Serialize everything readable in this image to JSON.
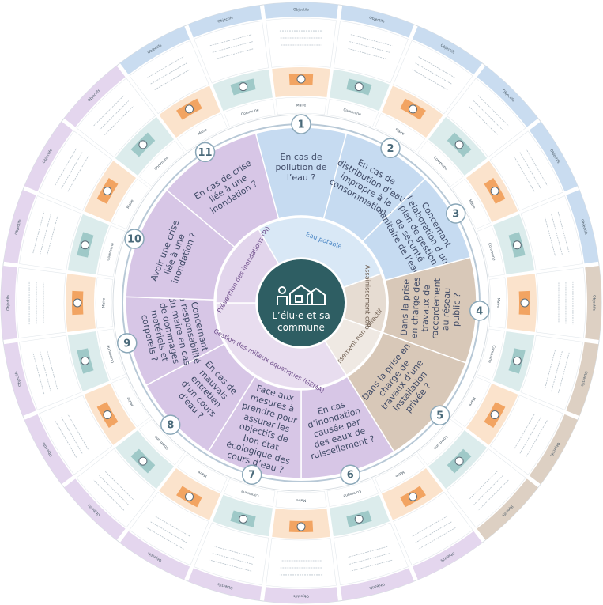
{
  "center": {
    "title_line1": "L’élu·e et sa",
    "title_line2": "commune"
  },
  "themes": [
    {
      "label": "Eau potable",
      "start": -30,
      "end": 70,
      "fill": "#d9e8f6",
      "text": "#4a86c5"
    },
    {
      "label": "Assainissement collectif",
      "start": 70,
      "end": 110,
      "fill": "#e6dcd2",
      "text": "#6b5a4c"
    },
    {
      "label": "Assainissement non collectif",
      "start": 110,
      "end": 148,
      "fill": "#efe9e3",
      "text": "#6b5a4c"
    },
    {
      "label": "Gestion des milieux aquatiques (GEMA)",
      "start": 148,
      "end": 270,
      "fill": "#e8ddef",
      "text": "#6e4d8a"
    },
    {
      "label": "Prévention des inondations (PI)",
      "start": 270,
      "end": 330,
      "fill": "#e2d5ec",
      "text": "#6e4d8a"
    }
  ],
  "sectors": [
    {
      "num": "1",
      "lines": [
        "En cas de",
        "pollution de",
        "l’eau ?"
      ],
      "start": -15,
      "end": 15,
      "fill": "#c6dbf1"
    },
    {
      "num": "2",
      "lines": [
        "En cas de",
        "distribution d’eau",
        "impropre à la",
        "consommation ?"
      ],
      "start": 15,
      "end": 45,
      "fill": "#c6dbf1"
    },
    {
      "num": "3",
      "lines": [
        "Concernant",
        "l’élaboration d’un",
        "plan de gestion",
        "de sécurité",
        "sanitaire de l’eau ?"
      ],
      "start": 45,
      "end": 75,
      "fill": "#c6dbf1"
    },
    {
      "num": "4",
      "lines": [
        "Dans la prise",
        "en charge des",
        "travaux de",
        "raccordement",
        "au réseau",
        "public ?"
      ],
      "start": 75,
      "end": 110,
      "fill": "#d8c8b8"
    },
    {
      "num": "5",
      "lines": [
        "Dans la prise en",
        "charge de",
        "travaux d’une",
        "installation",
        "privée ?"
      ],
      "start": 110,
      "end": 148,
      "fill": "#d8c8b8"
    },
    {
      "num": "6",
      "lines": [
        "En cas",
        "d’inondation",
        "causée par",
        "des eaux de",
        "ruissellement ?"
      ],
      "start": 148,
      "end": 180,
      "fill": "#d7c6e6"
    },
    {
      "num": "7",
      "lines": [
        "Face aux",
        "mesures à",
        "prendre pour",
        "assurer les",
        "objectifs de",
        "bon état",
        "écologique des",
        "cours d’eau ?"
      ],
      "start": 180,
      "end": 212,
      "fill": "#d7c6e6"
    },
    {
      "num": "8",
      "lines": [
        "En cas de",
        "mauvais",
        "entretien",
        "d’un cours",
        "d’eau ?"
      ],
      "start": 212,
      "end": 242,
      "fill": "#d7c6e6"
    },
    {
      "num": "9",
      "lines": [
        "Concernant",
        "la responsabilité",
        "du maire en cas",
        "de dommages",
        "matériels et",
        "corporels ?"
      ],
      "start": 242,
      "end": 272,
      "fill": "#d7c6e6"
    },
    {
      "num": "10",
      "lines": [
        "Avoir une crise",
        "liée à une",
        "inondation ?"
      ],
      "start": 272,
      "end": 310,
      "fill": "#d7c6e6"
    },
    {
      "num": "11",
      "lines": [
        "En cas de crise",
        "liée à une",
        "inondation ?"
      ],
      "start": 310,
      "end": 345,
      "fill": "#d7c6e6"
    }
  ],
  "outer_labels": {
    "objectifs": "Objectifs",
    "maire": "Maire",
    "commune": "Commune",
    "intercommunalite": "Intercommunalité"
  },
  "outer_ring": {
    "segments": 24,
    "colors": [
      "#c9dcf0",
      "#c9dcf0",
      "#c9dcf0",
      "#c9dcf0",
      "#c9dcf0",
      "#c9dcf0",
      "#ddd0c3",
      "#ddd0c3",
      "#ddd0c3",
      "#ddd0c3",
      "#e4d6ee",
      "#e4d6ee",
      "#e4d6ee",
      "#e4d6ee",
      "#e4d6ee",
      "#e4d6ee",
      "#e4d6ee",
      "#e4d6ee",
      "#e4d6ee",
      "#e4d6ee",
      "#e4d6ee",
      "#e4d6ee",
      "#c9dcf0",
      "#c9dcf0"
    ]
  },
  "colors": {
    "center": "#2e5e63",
    "accent_orange": "#f2a462",
    "accent_teal": "#9fc9c8",
    "num_badge": "#ffffff",
    "num_text": "#4a6a7a",
    "ring_border": "#d7dde2"
  }
}
